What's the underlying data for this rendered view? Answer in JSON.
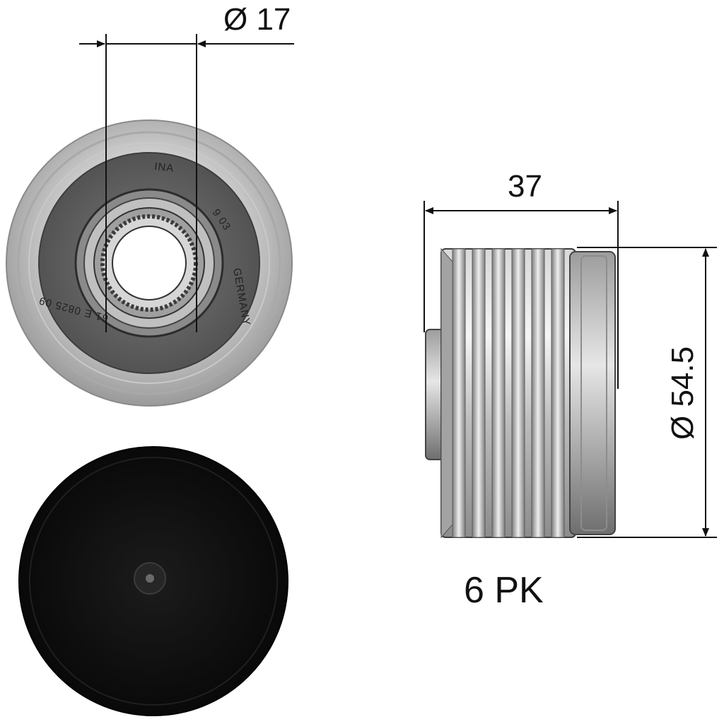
{
  "dimensions": {
    "inner_diameter_label": "Ø 17",
    "width_label": "37",
    "outer_diameter_label": "Ø 54.5"
  },
  "belt_profile_label": "6 PK",
  "stamp_text": {
    "brand": "INA",
    "country": "GERMANY",
    "code": "61 E 0825 09",
    "date": "9 03"
  },
  "colors": {
    "pulley_steel": "#b9b9b9",
    "face_dark": "#5f5f5f",
    "cap_black": "#0d0d0d",
    "line": "#111111"
  }
}
